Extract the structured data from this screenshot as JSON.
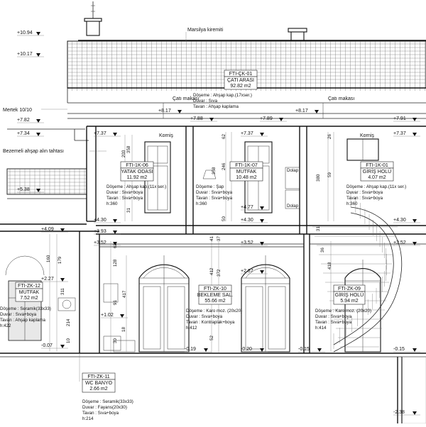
{
  "levels": [
    {
      "id": "lv-1094",
      "text": "+10.94"
    },
    {
      "id": "lv-1017",
      "text": "+10.17"
    },
    {
      "id": "lv-782",
      "text": "+7.82"
    },
    {
      "id": "lv-734",
      "text": "+7.34"
    },
    {
      "id": "lv-538",
      "text": "+5.38"
    },
    {
      "id": "lv-409",
      "text": "+4.09"
    },
    {
      "id": "lv-227",
      "text": "+2.27"
    },
    {
      "id": "lv-007",
      "text": "-0.07"
    },
    {
      "id": "lv-817a",
      "text": "+8.17"
    },
    {
      "id": "lv-788",
      "text": "+7.88"
    },
    {
      "id": "lv-789",
      "text": "+7.89"
    },
    {
      "id": "lv-817b",
      "text": "+8.17"
    },
    {
      "id": "lv-791",
      "text": "+7.91"
    },
    {
      "id": "lv-737a",
      "text": "+7.37"
    },
    {
      "id": "lv-737b",
      "text": "+7.37"
    },
    {
      "id": "lv-737c",
      "text": "+7.37"
    },
    {
      "id": "lv-477",
      "text": "+4.77"
    },
    {
      "id": "lv-430a",
      "text": "+4.30"
    },
    {
      "id": "lv-430b",
      "text": "+4.30"
    },
    {
      "id": "lv-430c",
      "text": "+4.30"
    },
    {
      "id": "lv-393",
      "text": "+3.93"
    },
    {
      "id": "lv-352a",
      "text": "+3.52"
    },
    {
      "id": "lv-352b",
      "text": "+3.52"
    },
    {
      "id": "lv-352c",
      "text": "+3.52"
    },
    {
      "id": "lv-287",
      "text": "+2.87"
    },
    {
      "id": "lv-102",
      "text": "+1.02"
    },
    {
      "id": "lv-019",
      "text": "-0.19"
    },
    {
      "id": "lv-020",
      "text": "-0.20"
    },
    {
      "id": "lv-015a",
      "text": "-0.15"
    },
    {
      "id": "lv-015b",
      "text": "-0.15"
    },
    {
      "id": "lv-238",
      "text": "-2.38"
    }
  ],
  "labels": {
    "roof_tile": "Marsilya kiremiti",
    "rafter": "Mertek 10/10",
    "eave_board": "Bezemeli ahşap alın tahtası",
    "truss_left": "Çatı makası",
    "truss_right": "Çatı makası",
    "cornice_a": "Korniş",
    "cornice_b": "Korniş",
    "cupboard_a": "Dolap",
    "cupboard_b": "Dolap"
  },
  "attic": {
    "code": "FTI-ÇK-01",
    "name": "ÇATI ARASI",
    "area": "92.82 m2",
    "specs": [
      "Döşeme : Ahşap kap.(17xser.)",
      "Duvar    : Sıva",
      "Tavan    : Ahşap kaplama"
    ]
  },
  "rooms": [
    {
      "id": "1k06",
      "code": "FTI-1K-06",
      "name": "YATAK ODASI",
      "area": "11.92 m2",
      "specs": [
        "Döşeme : Ahşap kap.(11x ser.)",
        "Duvar    : Sıva+boya",
        "Tavan    : Sıva+boya",
        "h:360"
      ]
    },
    {
      "id": "1k07",
      "code": "FTI-1K-07",
      "name": "MUTFAK",
      "area": "10.48 m2",
      "specs": [
        "Döşeme : Şap",
        "Duvar    : Sıva+boya",
        "Tavan    : Sıva+boya",
        "h:360"
      ]
    },
    {
      "id": "1k01",
      "code": "FTI-1K-01",
      "name": "GİRİŞ HOLÜ",
      "area": "4.07 m2",
      "specs": [
        "Döşeme : Ahşap kap.(11x ser.)",
        "Duvar    : Sıva+boya",
        "Tavan    : Sıva+boya",
        "h:360"
      ]
    },
    {
      "id": "zk12",
      "code": "FTI-ZK-12",
      "name": "MUTFAK",
      "area": "7.52 m2",
      "specs": [
        "Döşeme : Seramik(33x33)",
        "Duvar    : Sıva+boya",
        "Tavan    : Ahşap kaplama",
        "h:422"
      ]
    },
    {
      "id": "zk10",
      "code": "FTI-ZK-10",
      "name": "BEKLEME SAL.",
      "area": "55.66 m2",
      "specs": [
        "Döşeme : Karo moz. (20x20)",
        "Duvar    : Sıva+boya",
        "Tavan    : Kontraplak+boya",
        "h:412"
      ]
    },
    {
      "id": "zk09",
      "code": "FTI-ZK-09",
      "name": "GİRİŞ HOLÜ",
      "area": "5.94 m2",
      "specs": [
        "Döşeme : Karo moz. (20x20)",
        "Duvar    : Sıva+boya",
        "Tavan    : Sıva+boya",
        "h:414"
      ]
    },
    {
      "id": "zk11",
      "code": "FTI-ZK-11",
      "name": "WC BANYO",
      "area": "2.66 m2",
      "specs": [
        "Döşeme : Seramik(33x33)",
        "Duvar    : Fayans(20x30)",
        "Tavan    : Sıva+boya",
        "h:214"
      ]
    }
  ],
  "dims": {
    "d203": "203",
    "d358a": "358",
    "d31a": "31",
    "d31b": "31",
    "d246": "246",
    "d358b": "358",
    "d62": "62",
    "d50": "50",
    "d380": "380",
    "d26": "26",
    "d59": "59",
    "d179": "179",
    "d160": "160",
    "d128": "128",
    "d372": "372",
    "d412": "412",
    "d41": "41",
    "d37": "37",
    "d417": "417",
    "d91": "91",
    "d214": "214",
    "d311": "311",
    "d418": "418",
    "d36": "36",
    "d18": "18",
    "d30": "30",
    "d62b": "62",
    "d52": "52",
    "d10": "10"
  }
}
